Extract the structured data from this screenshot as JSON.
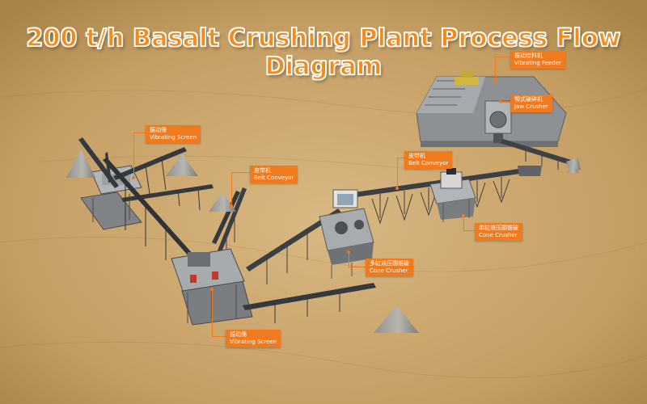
{
  "title": "200 t/h Basalt Crushing Plant Process Flow Diagram",
  "colors": {
    "accent": "#f07a1e",
    "ground": "#c9a56d",
    "steel": "#5a5e63"
  },
  "labels": [
    {
      "id": "vibrating-feeder",
      "cn": "振动给料机",
      "en": "Vibrating Feeder"
    },
    {
      "id": "jaw-crusher",
      "cn": "颚式破碎机",
      "en": "Jaw Crusher"
    },
    {
      "id": "belt-conveyor-right",
      "cn": "皮带机",
      "en": "Belt Conveyor"
    },
    {
      "id": "cone-crusher-right",
      "cn": "单缸液压圆锥破",
      "en": "Cone Crusher"
    },
    {
      "id": "cone-crusher-center",
      "cn": "多缸液压圆锥破",
      "en": "Cone Crusher"
    },
    {
      "id": "belt-conveyor-left",
      "cn": "皮带机",
      "en": "Belt Conveyor"
    },
    {
      "id": "vibrating-screen-top",
      "cn": "振动筛",
      "en": "Vibrating Screen"
    },
    {
      "id": "vibrating-screen-bottom",
      "cn": "振动筛",
      "en": "Vibrating Screen"
    }
  ]
}
